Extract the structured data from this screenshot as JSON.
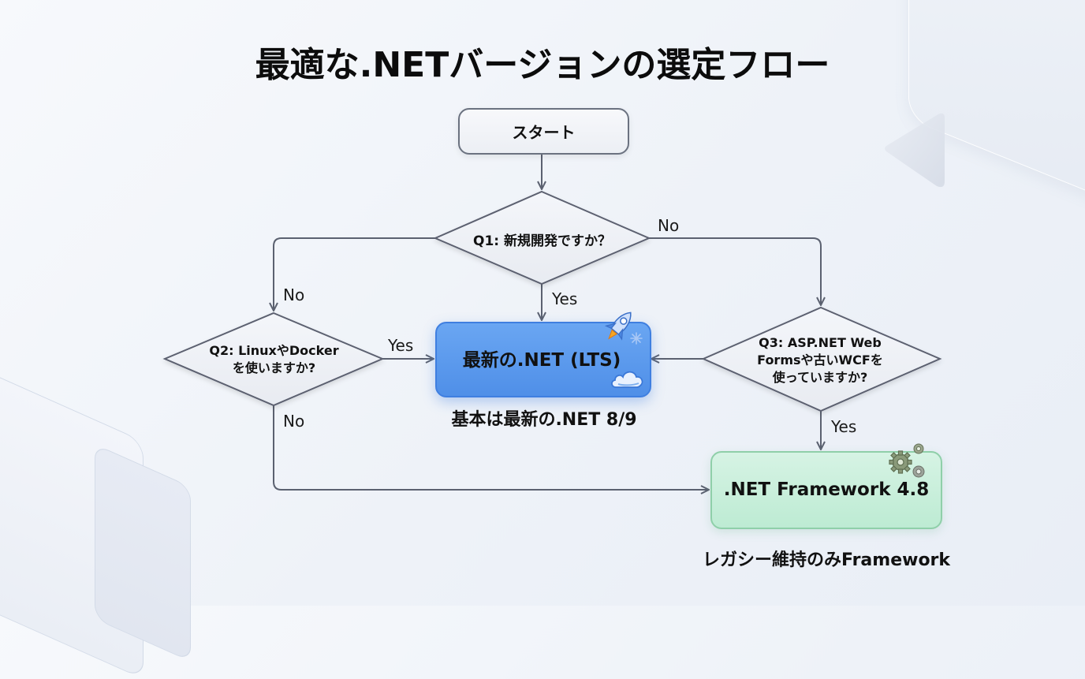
{
  "title": "最適な.NETバージョンの選定フロー",
  "nodes": {
    "start": {
      "label": "スタート"
    },
    "q1": {
      "label": "Q1: 新規開発ですか？"
    },
    "q2": {
      "label_line1": "Q2: LinuxやDocker",
      "label_line2": "を使いますか?"
    },
    "q3": {
      "label_line1": "Q3: ASP.NET Web",
      "label_line2": "Formsや古いWCFを",
      "label_line3": "使っていますか?"
    },
    "latest_net": {
      "label": "最新の.NET (LTS)",
      "caption": "基本は最新の.NET 8/9",
      "icons": [
        "rocket-icon",
        "sparkle-icon",
        "cloud-icon"
      ],
      "color": "#4f8fe8"
    },
    "framework": {
      "label": ".NET Framework 4.8",
      "caption": "レガシー維持のみFramework",
      "icons": [
        "gears-icon"
      ],
      "color": "#bdebd3"
    }
  },
  "edges": {
    "q1_no": "No",
    "q1_yes": "Yes",
    "q1_left_no": "No",
    "q2_yes": "Yes",
    "q2_no": "No",
    "q3_yes": "Yes"
  }
}
